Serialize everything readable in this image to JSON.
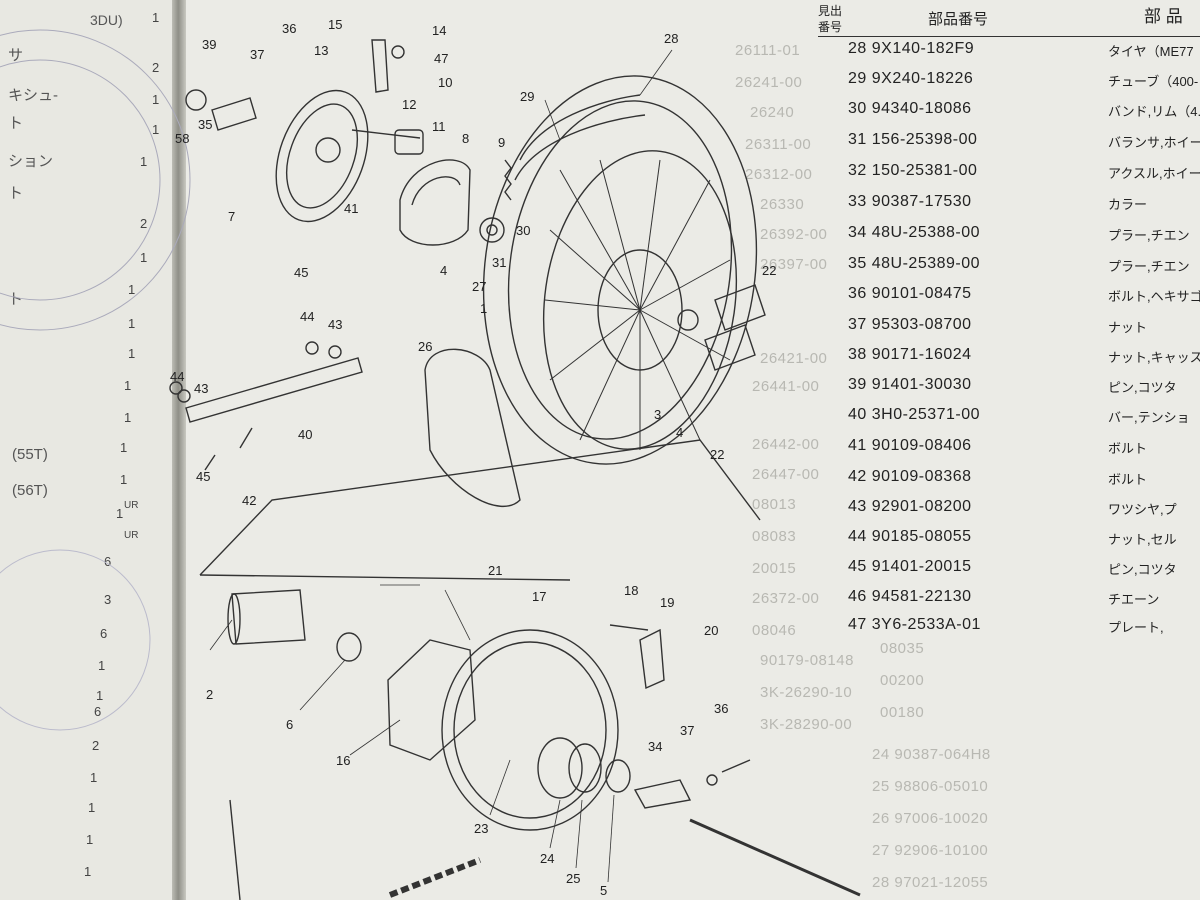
{
  "left_page": {
    "header": "3DU)",
    "labels": [
      "サ",
      "キシュ-",
      "ト",
      "ション",
      "ト",
      "ト"
    ],
    "quantities": [
      "1",
      "2",
      "1",
      "1",
      "1",
      "2",
      "1",
      "1",
      "1",
      "1",
      "1",
      "1",
      "1",
      "1",
      "1",
      "6",
      "3",
      "6",
      "1",
      "1",
      "6",
      "2",
      "1",
      "1",
      "1",
      "1"
    ],
    "sprocket_55": "(55T)",
    "sprocket_56": "(56T)",
    "notes": [
      "UR",
      "UR"
    ]
  },
  "callouts": [
    "28",
    "29",
    "36",
    "15",
    "14",
    "39",
    "37",
    "13",
    "47",
    "10",
    "58",
    "12",
    "35",
    "11",
    "8",
    "9",
    "7",
    "41",
    "30",
    "4",
    "31",
    "45",
    "27",
    "1",
    "22",
    "44",
    "43",
    "26",
    "44",
    "43",
    "40",
    "3",
    "4",
    "22",
    "45",
    "42",
    "21",
    "17",
    "18",
    "19",
    "20",
    "2",
    "6",
    "16",
    "23",
    "36",
    "37",
    "34",
    "24",
    "25",
    "5"
  ],
  "table": {
    "col1_header_top": "見出",
    "col1_header_bottom": "番号",
    "col2_header": "部品番号",
    "col3_header": "部 品",
    "rows": [
      {
        "part": "28 9X140-182F9",
        "name": "タイヤ（ME77"
      },
      {
        "part": "29 9X240-18226",
        "name": "チューブ（400-"
      },
      {
        "part": "30 94340-18086",
        "name": "バンド,リム（4."
      },
      {
        "part": "31 156-25398-00",
        "name": "バランサ,ホイール"
      },
      {
        "part": "32 150-25381-00",
        "name": "アクスル,ホイール"
      },
      {
        "part": "33 90387-17530",
        "name": "カラー"
      },
      {
        "part": "34 48U-25388-00",
        "name": "プラー,チエン"
      },
      {
        "part": "35 48U-25389-00",
        "name": "プラー,チエン"
      },
      {
        "part": "36 90101-08475",
        "name": "ボルト,ヘキサゴ"
      },
      {
        "part": "37 95303-08700",
        "name": "ナット"
      },
      {
        "part": "38 90171-16024",
        "name": "ナット,キャッス"
      },
      {
        "part": "39 91401-30030",
        "name": "ピン,コツタ"
      },
      {
        "part": "40 3H0-25371-00",
        "name": "バー,テンショ"
      },
      {
        "part": "41 90109-08406",
        "name": "ボルト"
      },
      {
        "part": "42 90109-08368",
        "name": "ボルト"
      },
      {
        "part": "43 92901-08200",
        "name": "ワツシヤ,プ"
      },
      {
        "part": "44 90185-08055",
        "name": "ナット,セル"
      },
      {
        "part": "45 91401-20015",
        "name": "ピン,コツタ"
      },
      {
        "part": "46 94581-22130",
        "name": "チエーン"
      },
      {
        "part": "47 3Y6-2533A-01",
        "name": "プレート,"
      }
    ]
  },
  "ghost_lines": [
    "26111-01",
    "26241-00",
    "26240",
    "26311-00",
    "26312-00",
    "26330",
    "26392-00",
    "26397-00",
    "26421-00",
    "26441-00",
    "26442-00",
    "26447-00",
    "08013",
    "08083",
    "20015",
    "26372-00",
    "08046",
    "90179-08148",
    "3K-26290-10",
    "08035",
    "00200",
    "00180",
    "3K-28290-00",
    "24 90387-064H8",
    "25 98806-05010",
    "26 97006-10020",
    "27 92906-10100",
    "28 97021-12055"
  ]
}
